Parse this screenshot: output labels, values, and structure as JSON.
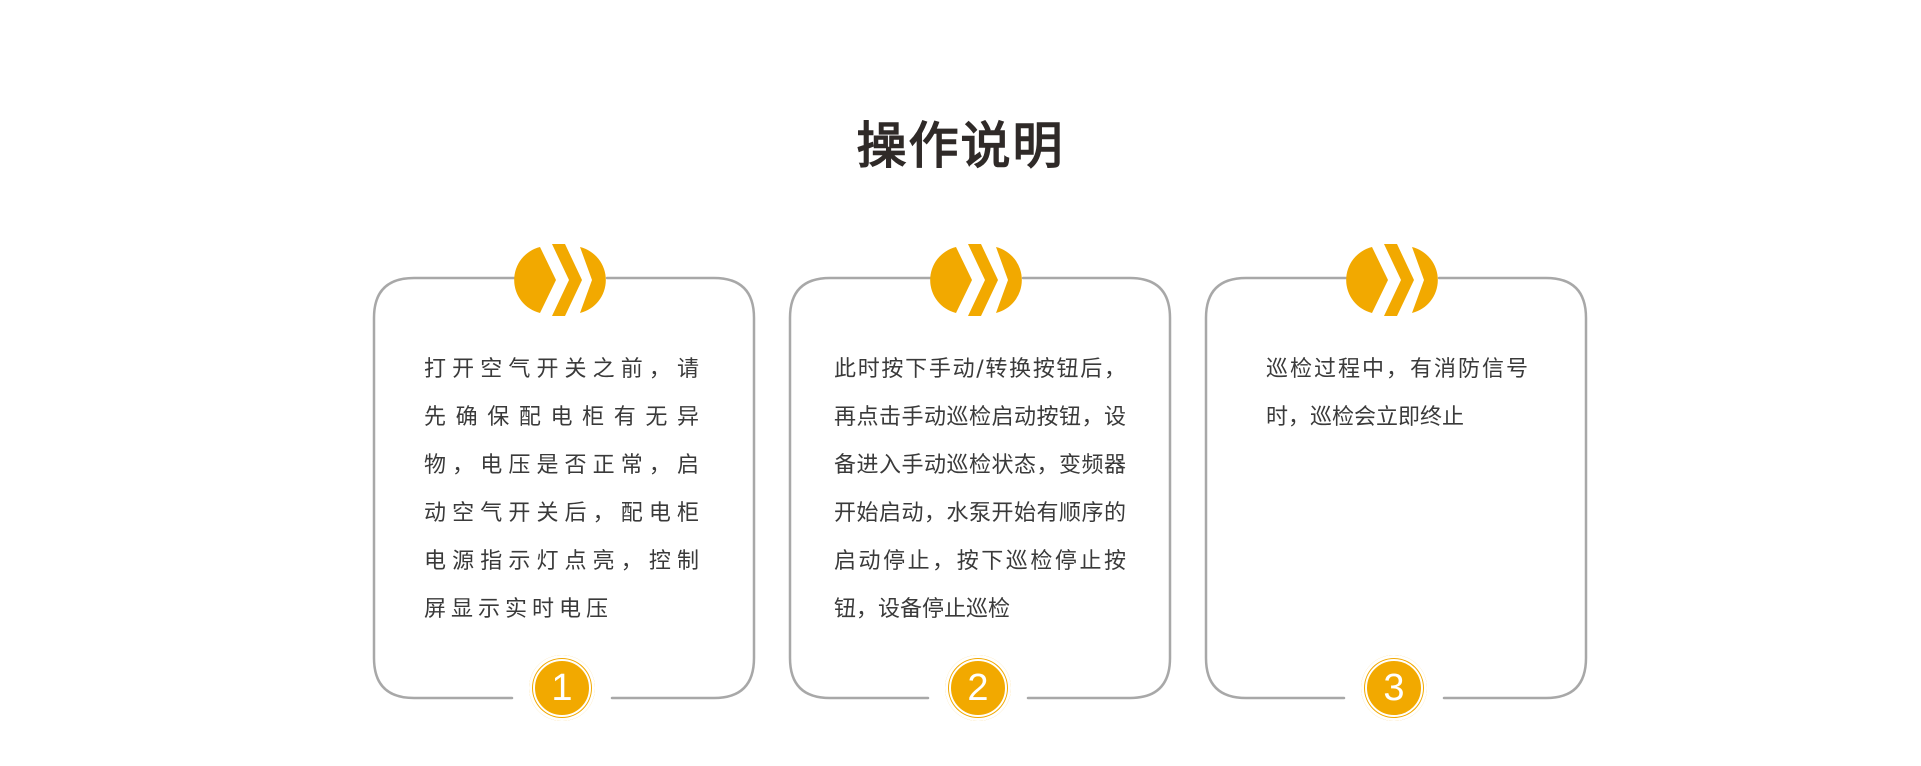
{
  "title": "操作说明",
  "accent_color": "#f2a900",
  "border_color": "#a8a8a8",
  "icon": "double-chevron-icon",
  "steps": [
    {
      "number": "1",
      "text": "打开空气开关之前，请先确保配电柜有无异物，电压是否正常，启动空气开关后，配电柜电源指示灯点亮，控制屏显示实时电压"
    },
    {
      "number": "2",
      "text": "此时按下手动/转换按钮后，再点击手动巡检启动按钮，设备进入手动巡检状态，变频器开始启动，水泵开始有顺序的启动停止，按下巡检停止按钮，设备停止巡检"
    },
    {
      "number": "3",
      "text": "巡检过程中，有消防信号时，巡检会立即终止"
    }
  ]
}
